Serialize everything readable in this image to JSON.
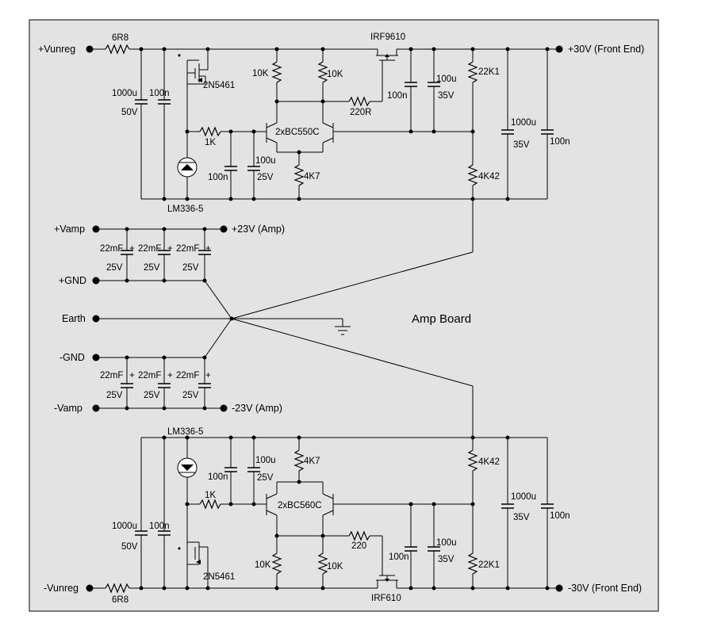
{
  "title": "Amp Board",
  "terminals": {
    "vunreg_pos": "+Vunreg",
    "front_end_pos": "+30V (Front End)",
    "vamp_pos": "+Vamp",
    "amp_pos": "+23V (Amp)",
    "gnd_pos": "+GND",
    "earth": "Earth",
    "gnd_neg": "-GND",
    "vamp_neg": "-Vamp",
    "amp_neg": "-23V (Amp)",
    "vunreg_neg": "-Vunreg",
    "front_end_neg": "-30V (Front End)"
  },
  "top_regulator": {
    "r_input": "6R8",
    "c_bulk_value": "1000u",
    "c_bulk_voltage": "50V",
    "c_bulk_bypass": "100n",
    "jfet": "2N5461",
    "jfet_dot": "•",
    "reference": "LM336-5",
    "r_ref": "1K",
    "c_ref_small": "100n",
    "c_ref_value": "100u",
    "c_ref_voltage": "25V",
    "r_load_left": "10K",
    "r_load_right": "10K",
    "pair": "2xBC550C",
    "r_tail": "4K7",
    "r_gate": "220R",
    "mosfet": "IRF9610",
    "c_out_small": "100n",
    "c_out_value": "100u",
    "c_out_voltage": "35V",
    "r_fb_top": "22K1",
    "r_fb_bottom": "4K42",
    "c_big_value": "1000u",
    "c_big_voltage": "35V",
    "c_big_bypass": "100n"
  },
  "amp_caps": {
    "pos": [
      {
        "value": "22mF",
        "voltage": "25V",
        "plus": "+"
      },
      {
        "value": "22mF",
        "voltage": "25V",
        "plus": "+"
      },
      {
        "value": "22mF",
        "voltage": "25V",
        "plus": "+"
      }
    ],
    "neg": [
      {
        "value": "22mF",
        "voltage": "25V",
        "plus": "+"
      },
      {
        "value": "22mF",
        "voltage": "25V",
        "plus": "+"
      },
      {
        "value": "22mF",
        "voltage": "25V",
        "plus": "+"
      }
    ]
  },
  "bottom_regulator": {
    "reference": "LM336-5",
    "c_ref_small": "100n",
    "c_ref_value": "100u",
    "c_ref_voltage": "25V",
    "r_tail": "4K7",
    "r_ref": "1K",
    "pair": "2xBC560C",
    "c_bulk_value": "1000u",
    "c_bulk_voltage": "50V",
    "c_bulk_bypass": "100n",
    "jfet": "2N5461",
    "jfet_dot": "•",
    "r_gate": "220",
    "r_load_left": "10K",
    "r_load_right": "10K",
    "c_out_small": "100n",
    "c_out_value": "100u",
    "c_out_voltage": "35V",
    "mosfet": "IRF610",
    "r_input": "6R8",
    "r_fb_top": "4K42",
    "r_fb_bottom": "22K1",
    "c_big_value": "1000u",
    "c_big_voltage": "35V",
    "c_big_bypass": "100n"
  }
}
